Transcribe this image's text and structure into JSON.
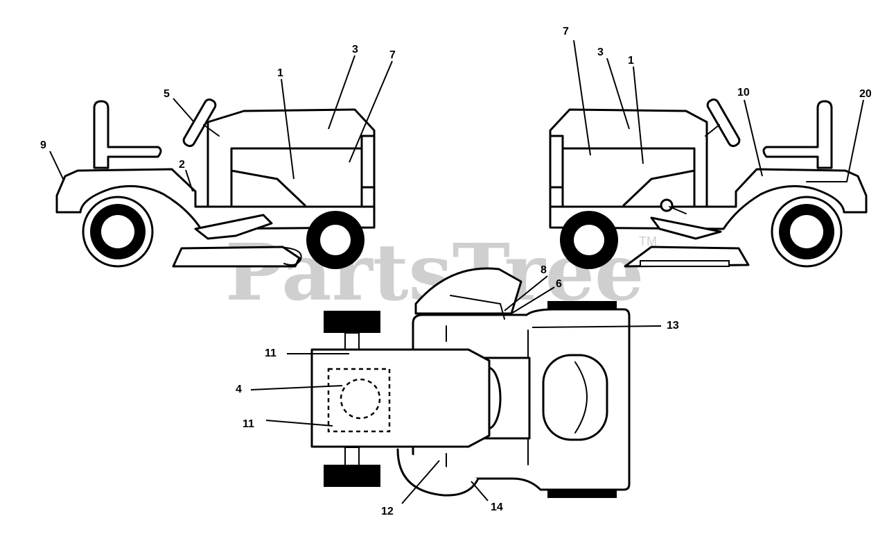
{
  "watermark": {
    "text": "PartsTree",
    "trademark": "TM"
  },
  "callouts": {
    "left_9": "9",
    "left_5": "5",
    "left_2": "2",
    "left_1": "1",
    "left_3": "3",
    "left_7": "7",
    "right_7": "7",
    "right_3": "3",
    "right_1": "1",
    "right_10": "10",
    "right_20": "20",
    "top_8": "8",
    "top_6": "6",
    "top_13": "13",
    "top_11a": "11",
    "top_4": "4",
    "top_11b": "11",
    "top_12": "12",
    "top_14": "14"
  }
}
